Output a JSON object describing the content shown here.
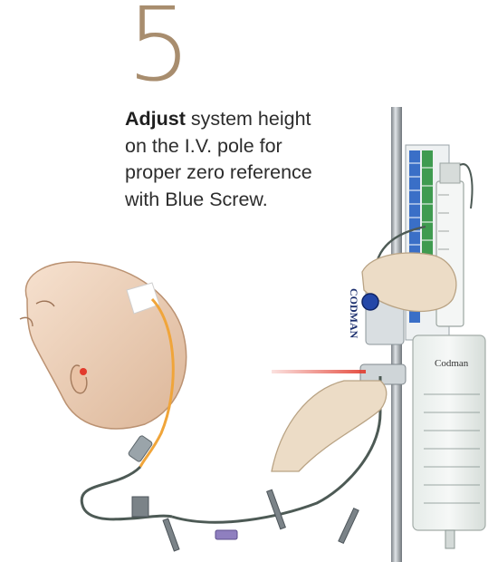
{
  "step": {
    "number": "5",
    "keyword": "Adjust",
    "text": " system height on the I.V. pole for proper zero reference with Blue Screw."
  },
  "labels": {
    "drain_brand": "Codman",
    "pole_brand": "CODMAN"
  },
  "colors": {
    "step_number": "#a88d6e",
    "laser": "#e23a2c",
    "catheter": "#f0a53a",
    "tubing": "#4d5a55",
    "blue_screw": "#2447a8",
    "scale_blue": "#3a6fc7",
    "scale_green": "#3f9b50",
    "skin": "#f1d6bf",
    "glove": "#ecdcc6"
  }
}
